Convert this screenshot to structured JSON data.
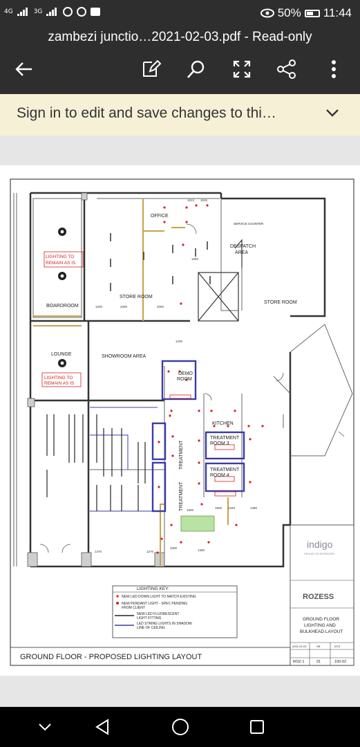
{
  "status_bar": {
    "network1": "4G",
    "network2": "3G",
    "battery_percent": "50%",
    "time": "11:44"
  },
  "toolbar": {
    "file_title": "zambezi junctio…2021-02-03.pdf - Read-only",
    "icons": [
      "back-arrow-icon",
      "edit-icon",
      "search-icon",
      "fullscreen-icon",
      "share-icon",
      "more-vert-icon"
    ]
  },
  "signin_banner": {
    "text": "Sign in to edit and save changes to thi…"
  },
  "plan": {
    "rooms": {
      "office": "OFFICE",
      "despatch": "DESPATCH",
      "despatch2": "AREA",
      "store_room_left": "STORE ROOM",
      "store_room_right": "STORE ROOM",
      "boardroom": "BOARDROOM",
      "lounge": "LOUNGE",
      "showroom": "SHOWROOM AREA",
      "demo": "DEMO",
      "demo2": "ROOM",
      "kitchen": "KITCHEN",
      "treatment3a": "TREATMENT",
      "treatment3b": "ROOM 3",
      "treatment4a": "TREATMENT",
      "treatment4b": "ROOM 4",
      "treatment1": "TREATMENT",
      "treatment2": "TREATMENT",
      "service_counter": "SERVICE COUNTER"
    },
    "notes": {
      "lighting_remain_1a": "LIGHTING TO",
      "lighting_remain_1b": "REMAIN AS IS",
      "lighting_remain_2a": "LIGHTING TO",
      "lighting_remain_2b": "REMAIN AS IS"
    },
    "dims": {
      "d1": "1613",
      "d2": "1615",
      "d3": "2300",
      "d4": "1200",
      "d5": "2000",
      "d6": "1650",
      "d7": "1200",
      "d8": "1470",
      "d9": "1270",
      "d10": "1300",
      "d11": "1800",
      "d12": "1000",
      "d13": "1500",
      "d14": "1330",
      "d15": "1380"
    },
    "key": {
      "title": "LIGHTING KEY:",
      "item1": "NEW LED DOWN LIGHT TO MATCH EXISTING",
      "item2a": "NEW PENDANT LIGHT - SPEC PENDING",
      "item2b": "FROM CLIENT",
      "item3a": "NEW LED FLUORESCENT",
      "item3b": "LIGHT FITTING",
      "item4a": "LED STRING LIGHTS IN SHADOW",
      "item4b": "LINE OF CEILING"
    },
    "drawing_title": "GROUND FLOOR - PROPOSED LIGHTING LAYOUT",
    "title_block": {
      "brand": "indigo",
      "brand_sub": "PROJECTS INTERIORS",
      "client": "ROZESS",
      "sheet_title_1": "GROUND FLOOR",
      "sheet_title_2": "LIGHTING AND",
      "sheet_title_3": "BULKHEAD LAYOUT",
      "date": "2021-02-03",
      "drawn": "SR",
      "scale": "NTS",
      "project_no": "ROZ-1",
      "rev": "01",
      "drawing_no": "100-02"
    },
    "colors": {
      "wall": "#333333",
      "led_light": "#d32020",
      "string_light": "#3a3aa8",
      "bulkhead": "#c8a24a"
    }
  },
  "nav_bar": {
    "icons": [
      "nav-back-icon",
      "nav-home-icon",
      "nav-recents-icon"
    ]
  }
}
